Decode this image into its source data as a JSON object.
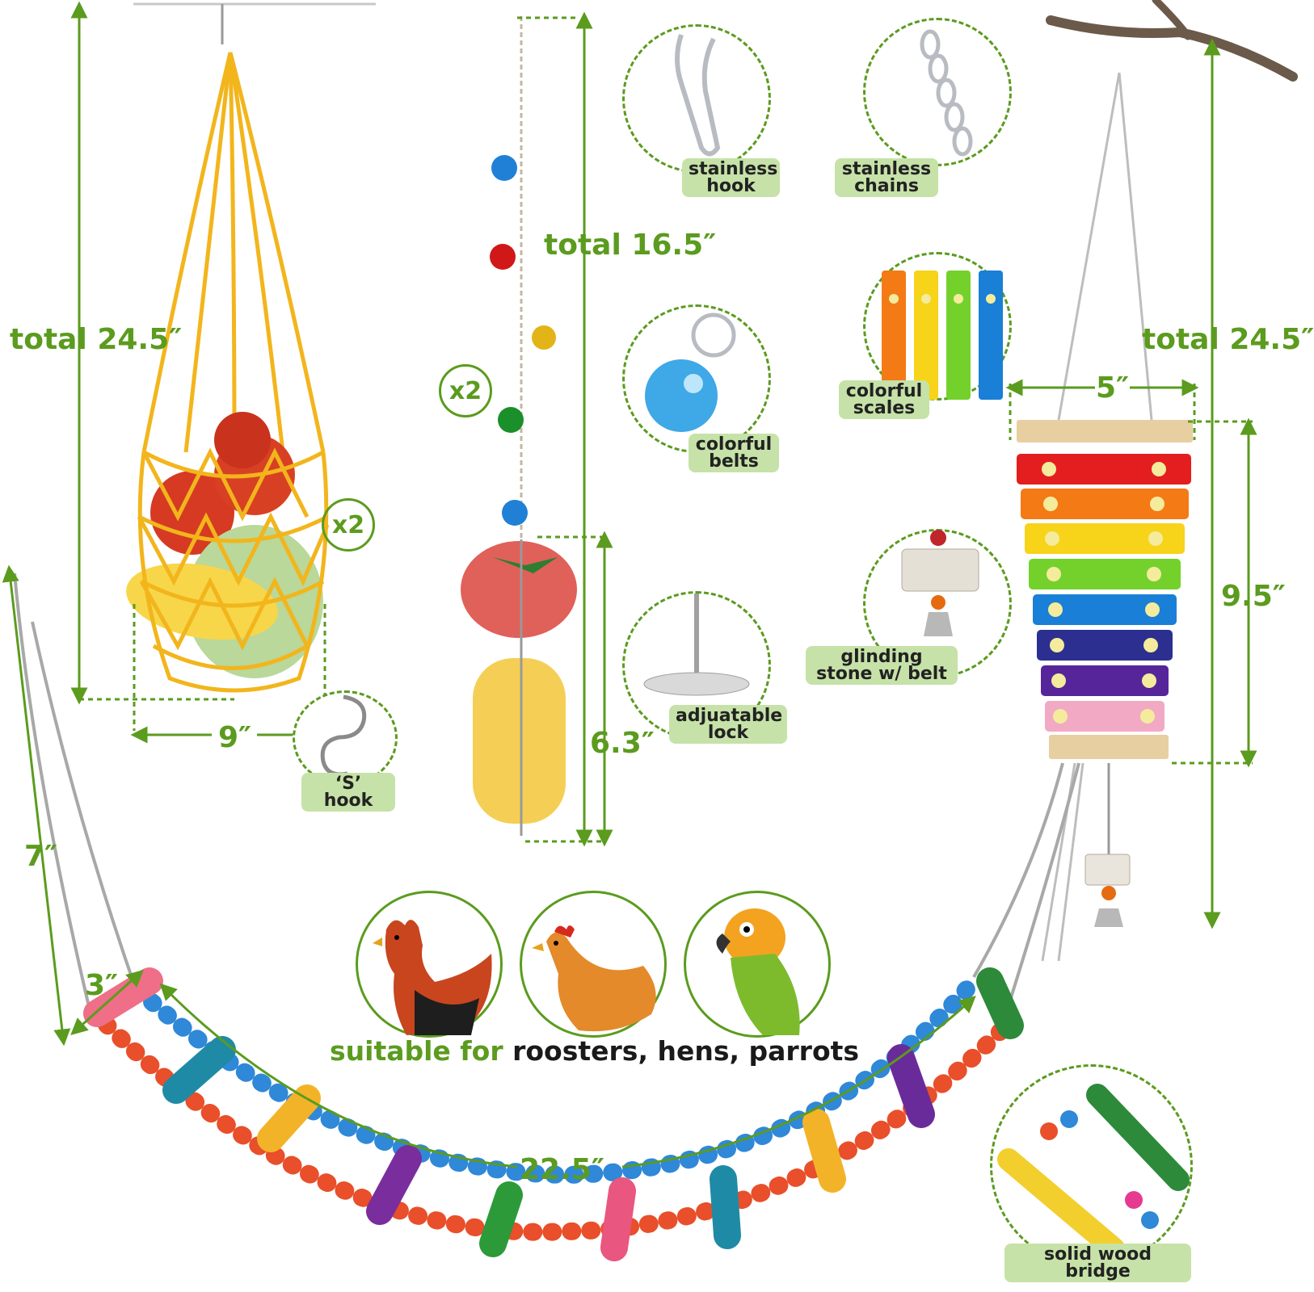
{
  "dimensions": {
    "net_height": "total 24.5″",
    "net_width": "9″",
    "skewer_height": "total 16.5″",
    "skewer_lower": "6.3″",
    "xylophone_height": "total 24.5″",
    "xylophone_width": "5″",
    "xylophone_body": "9.5″",
    "bridge_chain": "7″",
    "bridge_width": "3″",
    "bridge_length": "22.5″"
  },
  "quantities": {
    "net_qty": "x2",
    "skewer_qty": "x2"
  },
  "details": {
    "hook": "stainless hook",
    "chains": "stainless chains",
    "bells": "colorful belts",
    "scales": "colorful scales",
    "stone": "glinding stone w/ belt",
    "lock": "adjuatable lock",
    "s_hook": "‘S’ hook",
    "bridge": "solid wood bridge"
  },
  "suitable": {
    "prefix": "suitable for",
    "animals": "roosters, hens, parrots"
  },
  "colors": {
    "accent": "#5b9b1e",
    "label_bg": "#c6e2a8",
    "net": "#f2b51c"
  }
}
